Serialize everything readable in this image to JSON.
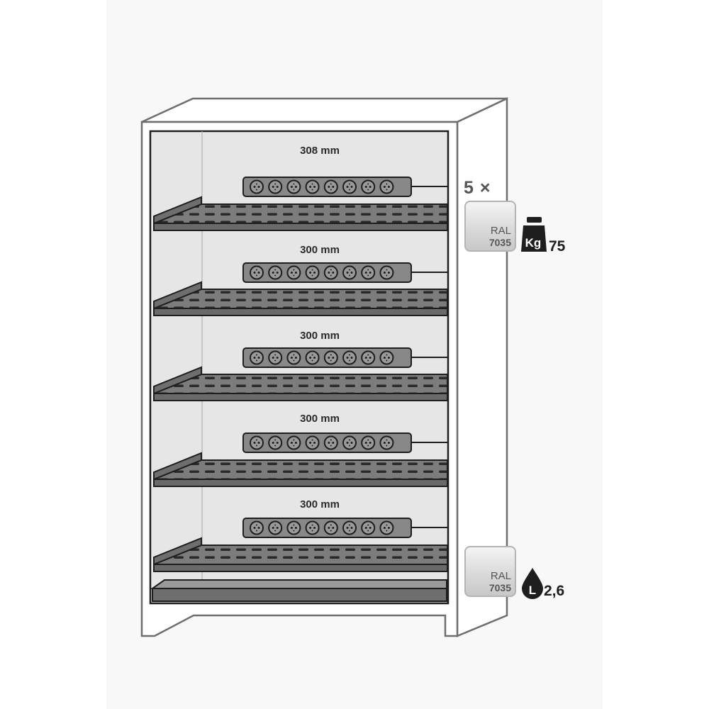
{
  "shelves": [
    {
      "spacing_label": "308 mm"
    },
    {
      "spacing_label": "300 mm"
    },
    {
      "spacing_label": "300 mm"
    },
    {
      "spacing_label": "300 mm"
    },
    {
      "spacing_label": "300 mm"
    }
  ],
  "shelf_quantity": "5 ×",
  "ral_swatches": [
    {
      "name": "RAL",
      "code": "7035",
      "color": "#d7d7d7"
    },
    {
      "name": "RAL",
      "code": "7035",
      "color": "#d7d7d7"
    }
  ],
  "load_capacity": {
    "icon": "weight-icon",
    "unit_text": "Kg",
    "value": "75"
  },
  "sump_volume": {
    "icon": "liquid-drop-icon",
    "unit_text": "L",
    "value": "2,6"
  },
  "colors": {
    "outline": "#1e1e1e",
    "cabinet_line": "#6e6e6e",
    "interior": "#e6e6e6",
    "shelf": "#7c7c7c",
    "socket_strip": "#888888"
  }
}
